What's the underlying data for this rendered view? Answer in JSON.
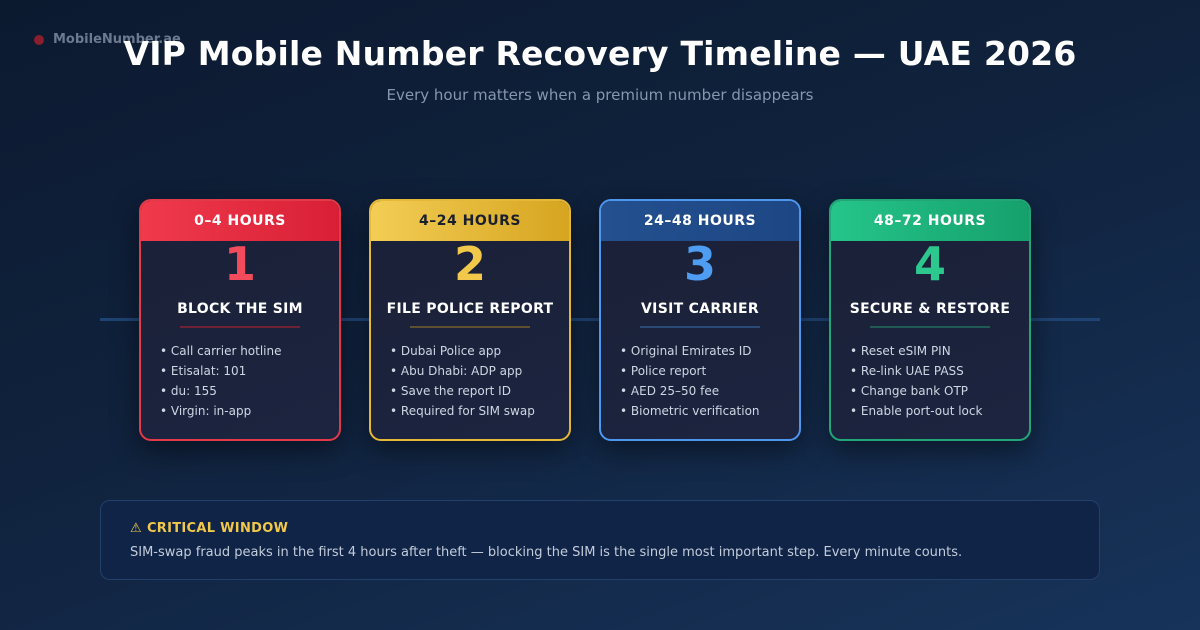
{
  "brand": {
    "name": "MobileNumber.ae"
  },
  "header": {
    "title": "VIP Mobile Number Recovery Timeline — UAE 2026",
    "subtitle": "Every hour matters when a premium number disappears"
  },
  "stages": [
    {
      "time": "0–4 HOURS",
      "number": "1",
      "title": "BLOCK THE SIM",
      "items": [
        "Call carrier hotline",
        "Etisalat: 101",
        "du: 155",
        "Virgin: in-app"
      ]
    },
    {
      "time": "4–24 HOURS",
      "number": "2",
      "title": "FILE POLICE REPORT",
      "items": [
        "Dubai Police app",
        "Abu Dhabi: ADP app",
        "Save the report ID",
        "Required for SIM swap"
      ]
    },
    {
      "time": "24–48 HOURS",
      "number": "3",
      "title": "VISIT CARRIER",
      "items": [
        "Original Emirates ID",
        "Police report",
        "AED 25–50 fee",
        "Biometric verification"
      ]
    },
    {
      "time": "48–72 HOURS",
      "number": "4",
      "title": "SECURE & RESTORE",
      "items": [
        "Reset eSIM PIN",
        "Re-link UAE PASS",
        "Change bank OTP",
        "Enable port-out lock"
      ]
    }
  ],
  "callout": {
    "icon": "⚠",
    "heading": "CRITICAL WINDOW",
    "text": "SIM-swap fraud peaks in the first 4 hours after theft — blocking the SIM is the single most important step. Every minute counts."
  },
  "colors": {
    "stage1": "#f03a4c",
    "stage2": "#f2c84a",
    "stage3": "#4f9df2",
    "stage4": "#25c58a",
    "background": "#10223d"
  }
}
